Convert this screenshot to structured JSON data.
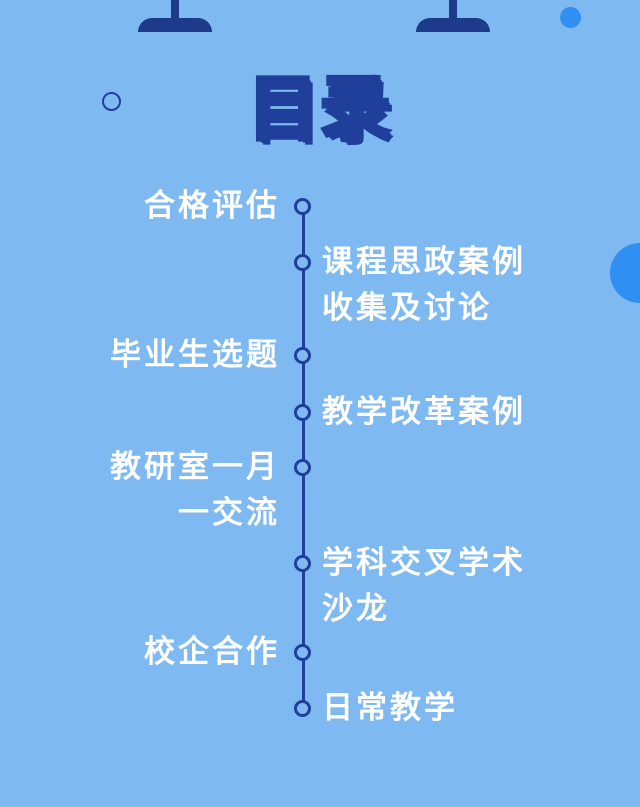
{
  "title": "目录",
  "colors": {
    "background": "#7fb9f2",
    "accent_dark": "#1f3f9b",
    "title_fill": "#f9b35a",
    "deco_blue": "#2f8ff2",
    "text": "#ffffff"
  },
  "toc": [
    {
      "label": "合格评估",
      "side": "left"
    },
    {
      "label": "课程思政案例\n收集及讨论",
      "side": "right"
    },
    {
      "label": "毕业生选题",
      "side": "left"
    },
    {
      "label": "教学改革案例",
      "side": "right"
    },
    {
      "label": "教研室一月\n一交流",
      "side": "left"
    },
    {
      "label": "学科交叉学术\n沙龙",
      "side": "right"
    },
    {
      "label": "校企合作",
      "side": "left"
    },
    {
      "label": "日常教学",
      "side": "right"
    }
  ]
}
